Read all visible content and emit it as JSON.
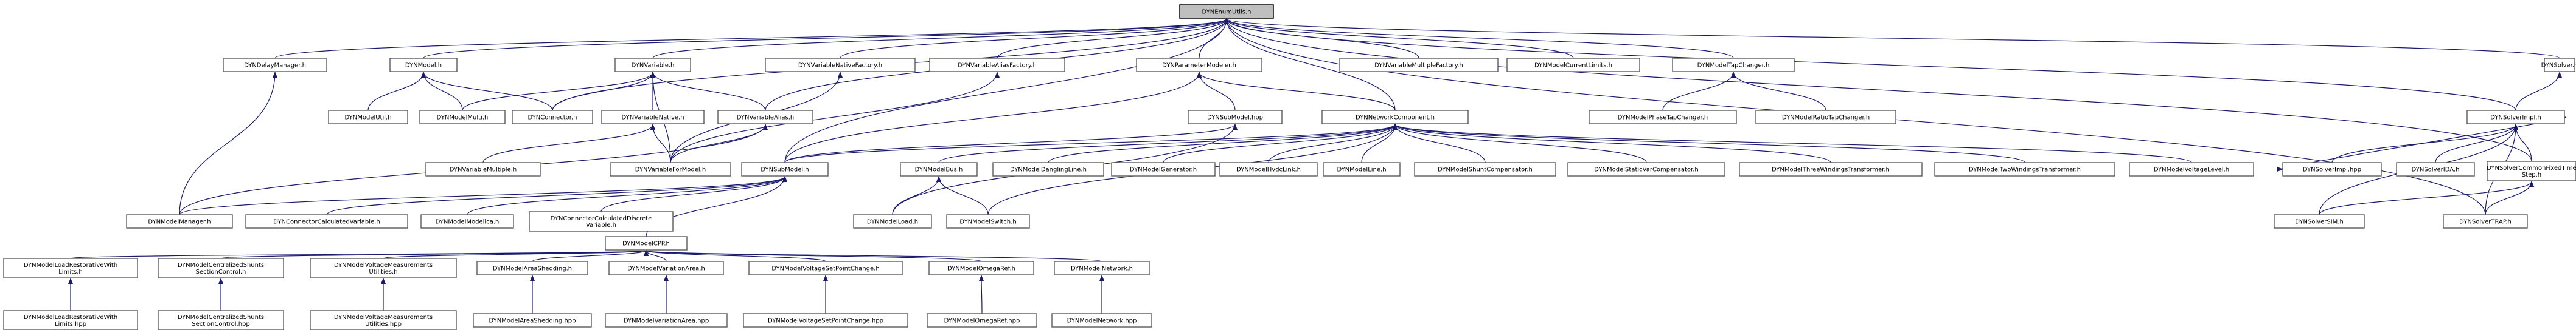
{
  "colors": {
    "edge": "#191970",
    "root_fill": "#bfbfbf",
    "node_border": "#666666",
    "background": "#ffffff"
  },
  "nodes": [
    {
      "id": "enumutils",
      "lines": [
        "DYNEnumUtils.h"
      ],
      "root": true
    },
    {
      "id": "delaymgr",
      "lines": [
        "DYNDelayManager.h"
      ]
    },
    {
      "id": "model",
      "lines": [
        "DYNModel.h"
      ]
    },
    {
      "id": "variable",
      "lines": [
        "DYNVariable.h"
      ]
    },
    {
      "id": "varnativefac",
      "lines": [
        "DYNVariableNativeFactory.h"
      ]
    },
    {
      "id": "varaliasfac",
      "lines": [
        "DYNVariableAliasFactory.h"
      ]
    },
    {
      "id": "parammodeler",
      "lines": [
        "DYNParameterModeler.h"
      ]
    },
    {
      "id": "varmultifac",
      "lines": [
        "DYNVariableMultipleFactory.h"
      ]
    },
    {
      "id": "curlimits",
      "lines": [
        "DYNModelCurrentLimits.h"
      ]
    },
    {
      "id": "tapchanger",
      "lines": [
        "DYNModelTapChanger.h"
      ]
    },
    {
      "id": "solver",
      "lines": [
        "DYNSolver.h"
      ]
    },
    {
      "id": "modelutil",
      "lines": [
        "DYNModelUtil.h"
      ]
    },
    {
      "id": "modelmulti",
      "lines": [
        "DYNModelMulti.h"
      ]
    },
    {
      "id": "connector",
      "lines": [
        "DYNConnector.h"
      ]
    },
    {
      "id": "varnative",
      "lines": [
        "DYNVariableNative.h"
      ]
    },
    {
      "id": "varalias",
      "lines": [
        "DYNVariableAlias.h"
      ]
    },
    {
      "id": "submodelhpp",
      "lines": [
        "DYNSubModel.hpp"
      ]
    },
    {
      "id": "netcomp",
      "lines": [
        "DYNNetworkComponent.h"
      ]
    },
    {
      "id": "phasetap",
      "lines": [
        "DYNModelPhaseTapChanger.h"
      ]
    },
    {
      "id": "ratiotap",
      "lines": [
        "DYNModelRatioTapChanger.h"
      ]
    },
    {
      "id": "solverimplh",
      "lines": [
        "DYNSolverImpl.h"
      ]
    },
    {
      "id": "varmultiple",
      "lines": [
        "DYNVariableMultiple.h"
      ]
    },
    {
      "id": "varformodel",
      "lines": [
        "DYNVariableForModel.h"
      ]
    },
    {
      "id": "submodel",
      "lines": [
        "DYNSubModel.h"
      ]
    },
    {
      "id": "bus",
      "lines": [
        "DYNModelBus.h"
      ]
    },
    {
      "id": "dangling",
      "lines": [
        "DYNModelDanglingLine.h"
      ]
    },
    {
      "id": "generator",
      "lines": [
        "DYNModelGenerator.h"
      ]
    },
    {
      "id": "hvdc",
      "lines": [
        "DYNModelHvdcLink.h"
      ]
    },
    {
      "id": "line",
      "lines": [
        "DYNModelLine.h"
      ]
    },
    {
      "id": "shunt",
      "lines": [
        "DYNModelShuntCompensator.h"
      ]
    },
    {
      "id": "staticvar",
      "lines": [
        "DYNModelStaticVarCompensator.h"
      ]
    },
    {
      "id": "threew",
      "lines": [
        "DYNModelThreeWindingsTransformer.h"
      ]
    },
    {
      "id": "twow",
      "lines": [
        "DYNModelTwoWindingsTransformer.h"
      ]
    },
    {
      "id": "voltlevel",
      "lines": [
        "DYNModelVoltageLevel.h"
      ]
    },
    {
      "id": "solverimplhpp",
      "lines": [
        "DYNSolverImpl.hpp"
      ]
    },
    {
      "id": "solverida",
      "lines": [
        "DYNSolverIDA.h"
      ]
    },
    {
      "id": "solvercft",
      "lines": [
        "DYNSolverCommonFixedTime",
        "Step.h"
      ]
    },
    {
      "id": "modelmanager",
      "lines": [
        "DYNModelManager.h"
      ]
    },
    {
      "id": "conncalcvar",
      "lines": [
        "DYNConnectorCalculatedVariable.h"
      ]
    },
    {
      "id": "modelica",
      "lines": [
        "DYNModelModelica.h"
      ]
    },
    {
      "id": "conncalcdisc",
      "lines": [
        "DYNConnectorCalculatedDiscrete",
        "Variable.h"
      ]
    },
    {
      "id": "load",
      "lines": [
        "DYNModelLoad.h"
      ]
    },
    {
      "id": "switch",
      "lines": [
        "DYNModelSwitch.h"
      ]
    },
    {
      "id": "solversim",
      "lines": [
        "DYNSolverSIM.h"
      ]
    },
    {
      "id": "solvertrap",
      "lines": [
        "DYNSolverTRAP.h"
      ]
    },
    {
      "id": "cpp",
      "lines": [
        "DYNModelCPP.h"
      ]
    },
    {
      "id": "loadrest",
      "lines": [
        "DYNModelLoadRestorativeWith",
        "Limits.h"
      ]
    },
    {
      "id": "centshunt",
      "lines": [
        "DYNModelCentralizedShunts",
        "SectionControl.h"
      ]
    },
    {
      "id": "voltmeas",
      "lines": [
        "DYNModelVoltageMeasurements",
        "Utilities.h"
      ]
    },
    {
      "id": "areashed",
      "lines": [
        "DYNModelAreaShedding.h"
      ]
    },
    {
      "id": "vararea",
      "lines": [
        "DYNModelVariationArea.h"
      ]
    },
    {
      "id": "voltsp",
      "lines": [
        "DYNModelVoltageSetPointChange.h"
      ]
    },
    {
      "id": "omegaref",
      "lines": [
        "DYNModelOmegaRef.h"
      ]
    },
    {
      "id": "network",
      "lines": [
        "DYNModelNetwork.h"
      ]
    },
    {
      "id": "loadresthpp",
      "lines": [
        "DYNModelLoadRestorativeWith",
        "Limits.hpp"
      ]
    },
    {
      "id": "centshunthpp",
      "lines": [
        "DYNModelCentralizedShunts",
        "SectionControl.hpp"
      ]
    },
    {
      "id": "voltmeashpp",
      "lines": [
        "DYNModelVoltageMeasurements",
        "Utilities.hpp"
      ]
    },
    {
      "id": "areashedhpp",
      "lines": [
        "DYNModelAreaShedding.hpp"
      ]
    },
    {
      "id": "vararehpp",
      "lines": [
        "DYNModelVariationArea.hpp"
      ]
    },
    {
      "id": "voltsphpp",
      "lines": [
        "DYNModelVoltageSetPointChange.hpp"
      ]
    },
    {
      "id": "omegarefhpp",
      "lines": [
        "DYNModelOmegaRef.hpp"
      ]
    },
    {
      "id": "networkhpp",
      "lines": [
        "DYNModelNetwork.hpp"
      ]
    }
  ],
  "edges": [
    [
      "delaymgr",
      "enumutils"
    ],
    [
      "model",
      "enumutils"
    ],
    [
      "variable",
      "enumutils"
    ],
    [
      "varnativefac",
      "enumutils"
    ],
    [
      "varaliasfac",
      "enumutils"
    ],
    [
      "parammodeler",
      "enumutils"
    ],
    [
      "varmultifac",
      "enumutils"
    ],
    [
      "curlimits",
      "enumutils"
    ],
    [
      "tapchanger",
      "enumutils"
    ],
    [
      "solver",
      "enumutils"
    ],
    [
      "connector",
      "enumutils"
    ],
    [
      "varalias",
      "enumutils"
    ],
    [
      "netcomp",
      "enumutils"
    ],
    [
      "submodel",
      "enumutils"
    ],
    [
      "solverimplh",
      "enumutils"
    ],
    [
      "solvercft",
      "enumutils"
    ],
    [
      "solvertrap",
      "enumutils"
    ],
    [
      "modelmanager",
      "delaymgr"
    ],
    [
      "modelutil",
      "model"
    ],
    [
      "modelmulti",
      "model"
    ],
    [
      "connector",
      "model"
    ],
    [
      "modelmulti",
      "variable"
    ],
    [
      "connector",
      "variable"
    ],
    [
      "varnative",
      "variable"
    ],
    [
      "varalias",
      "variable"
    ],
    [
      "varformodel",
      "variable"
    ],
    [
      "varformodel",
      "varnativefac"
    ],
    [
      "varformodel",
      "varaliasfac"
    ],
    [
      "submodelhpp",
      "parammodeler"
    ],
    [
      "netcomp",
      "parammodeler"
    ],
    [
      "submodel",
      "parammodeler"
    ],
    [
      "phasetap",
      "tapchanger"
    ],
    [
      "ratiotap",
      "tapchanger"
    ],
    [
      "solverimplh",
      "solver"
    ],
    [
      "varmultiple",
      "varnative"
    ],
    [
      "varformodel",
      "varnative"
    ],
    [
      "varformodel",
      "varalias"
    ],
    [
      "modelmanager",
      "varalias"
    ],
    [
      "submodel",
      "submodelhpp"
    ],
    [
      "load",
      "submodelhpp"
    ],
    [
      "submodel",
      "netcomp"
    ],
    [
      "bus",
      "netcomp"
    ],
    [
      "dangling",
      "netcomp"
    ],
    [
      "generator",
      "netcomp"
    ],
    [
      "hvdc",
      "netcomp"
    ],
    [
      "line",
      "netcomp"
    ],
    [
      "shunt",
      "netcomp"
    ],
    [
      "staticvar",
      "netcomp"
    ],
    [
      "threew",
      "netcomp"
    ],
    [
      "twow",
      "netcomp"
    ],
    [
      "voltlevel",
      "netcomp"
    ],
    [
      "switch",
      "netcomp"
    ],
    [
      "solverimplhpp",
      "solverimplh"
    ],
    [
      "solverida",
      "solverimplh"
    ],
    [
      "solvercft",
      "solverimplh"
    ],
    [
      "solversim",
      "solverimplh"
    ],
    [
      "solvertrap",
      "solverimplh"
    ],
    [
      "solverimplh",
      "solverimplhpp"
    ],
    [
      "modelmanager",
      "submodel"
    ],
    [
      "conncalcvar",
      "submodel"
    ],
    [
      "modelica",
      "submodel"
    ],
    [
      "cpp",
      "submodel"
    ],
    [
      "conncalcdisc",
      "submodel"
    ],
    [
      "load",
      "bus"
    ],
    [
      "switch",
      "bus"
    ],
    [
      "solversim",
      "solvercft"
    ],
    [
      "solvertrap",
      "solvercft"
    ],
    [
      "loadrest",
      "cpp"
    ],
    [
      "centshunt",
      "cpp"
    ],
    [
      "voltmeas",
      "cpp"
    ],
    [
      "areashed",
      "cpp"
    ],
    [
      "vararea",
      "cpp"
    ],
    [
      "voltsp",
      "cpp"
    ],
    [
      "omegaref",
      "cpp"
    ],
    [
      "network",
      "cpp"
    ],
    [
      "loadresthpp",
      "loadrest"
    ],
    [
      "centshunthpp",
      "centshunt"
    ],
    [
      "voltmeashpp",
      "voltmeas"
    ],
    [
      "areashedhpp",
      "areashed"
    ],
    [
      "vararehpp",
      "vararea"
    ],
    [
      "voltsphpp",
      "voltsp"
    ],
    [
      "omegarefhpp",
      "omegaref"
    ],
    [
      "networkhpp",
      "network"
    ]
  ]
}
